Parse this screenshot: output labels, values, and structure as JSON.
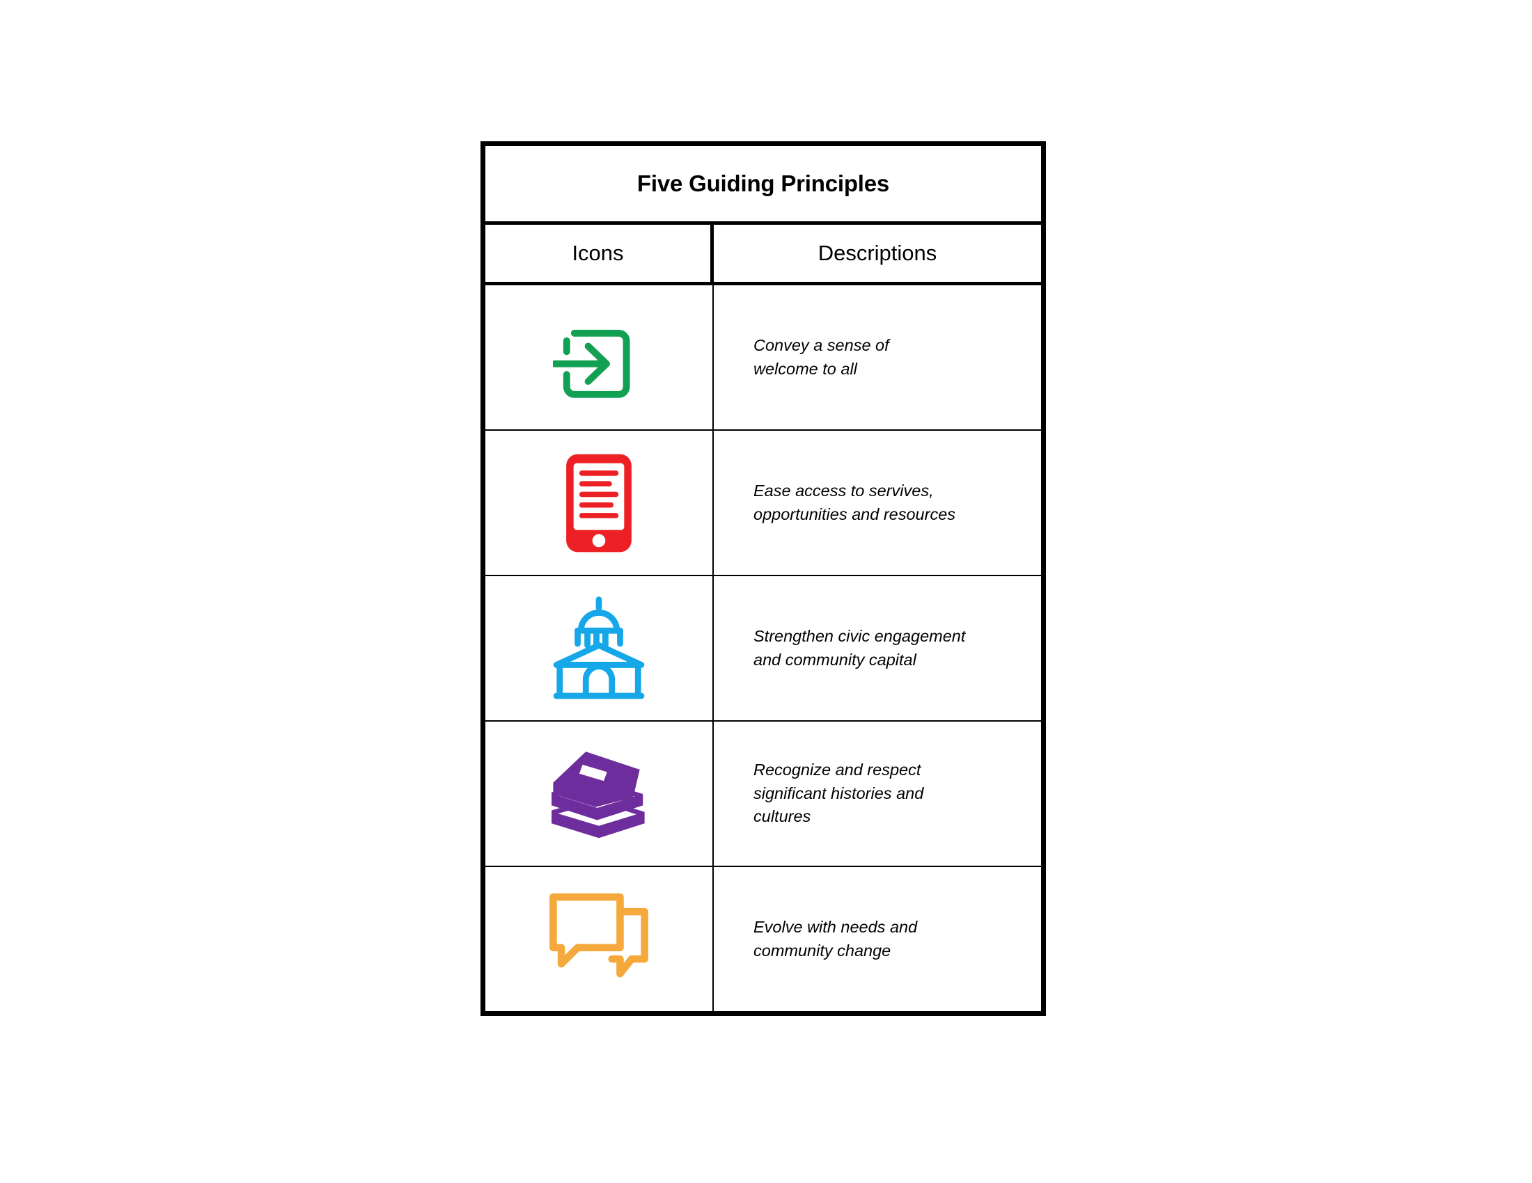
{
  "document": {
    "title": "Five Guiding Principles",
    "background_color": "#FFFFFF",
    "border_color": "#000000"
  },
  "table": {
    "title": "Five Guiding Principles",
    "columns": [
      {
        "key": "icons",
        "label": "Icons"
      },
      {
        "key": "descriptions",
        "label": "Descriptions"
      }
    ],
    "rows": [
      {
        "icon_name": "enter-arrow-icon",
        "icon_color": "#12A053",
        "description": "Convey a sense of\nwelcome to all"
      },
      {
        "icon_name": "smartphone-document-icon",
        "icon_color": "#ED2025",
        "description": "Ease access to servives,\nopportunities and resources"
      },
      {
        "icon_name": "civic-building-icon",
        "icon_color": "#16A7E8",
        "description": "Strengthen civic engagement\nand community capital"
      },
      {
        "icon_name": "stacked-books-icon",
        "icon_color": "#6E2D9C",
        "description": "Recognize and respect\nsignificant histories and\ncultures"
      },
      {
        "icon_name": "speech-bubbles-icon",
        "icon_color": "#F5A83C",
        "description": "Evolve with needs and\ncommunity change"
      }
    ]
  }
}
